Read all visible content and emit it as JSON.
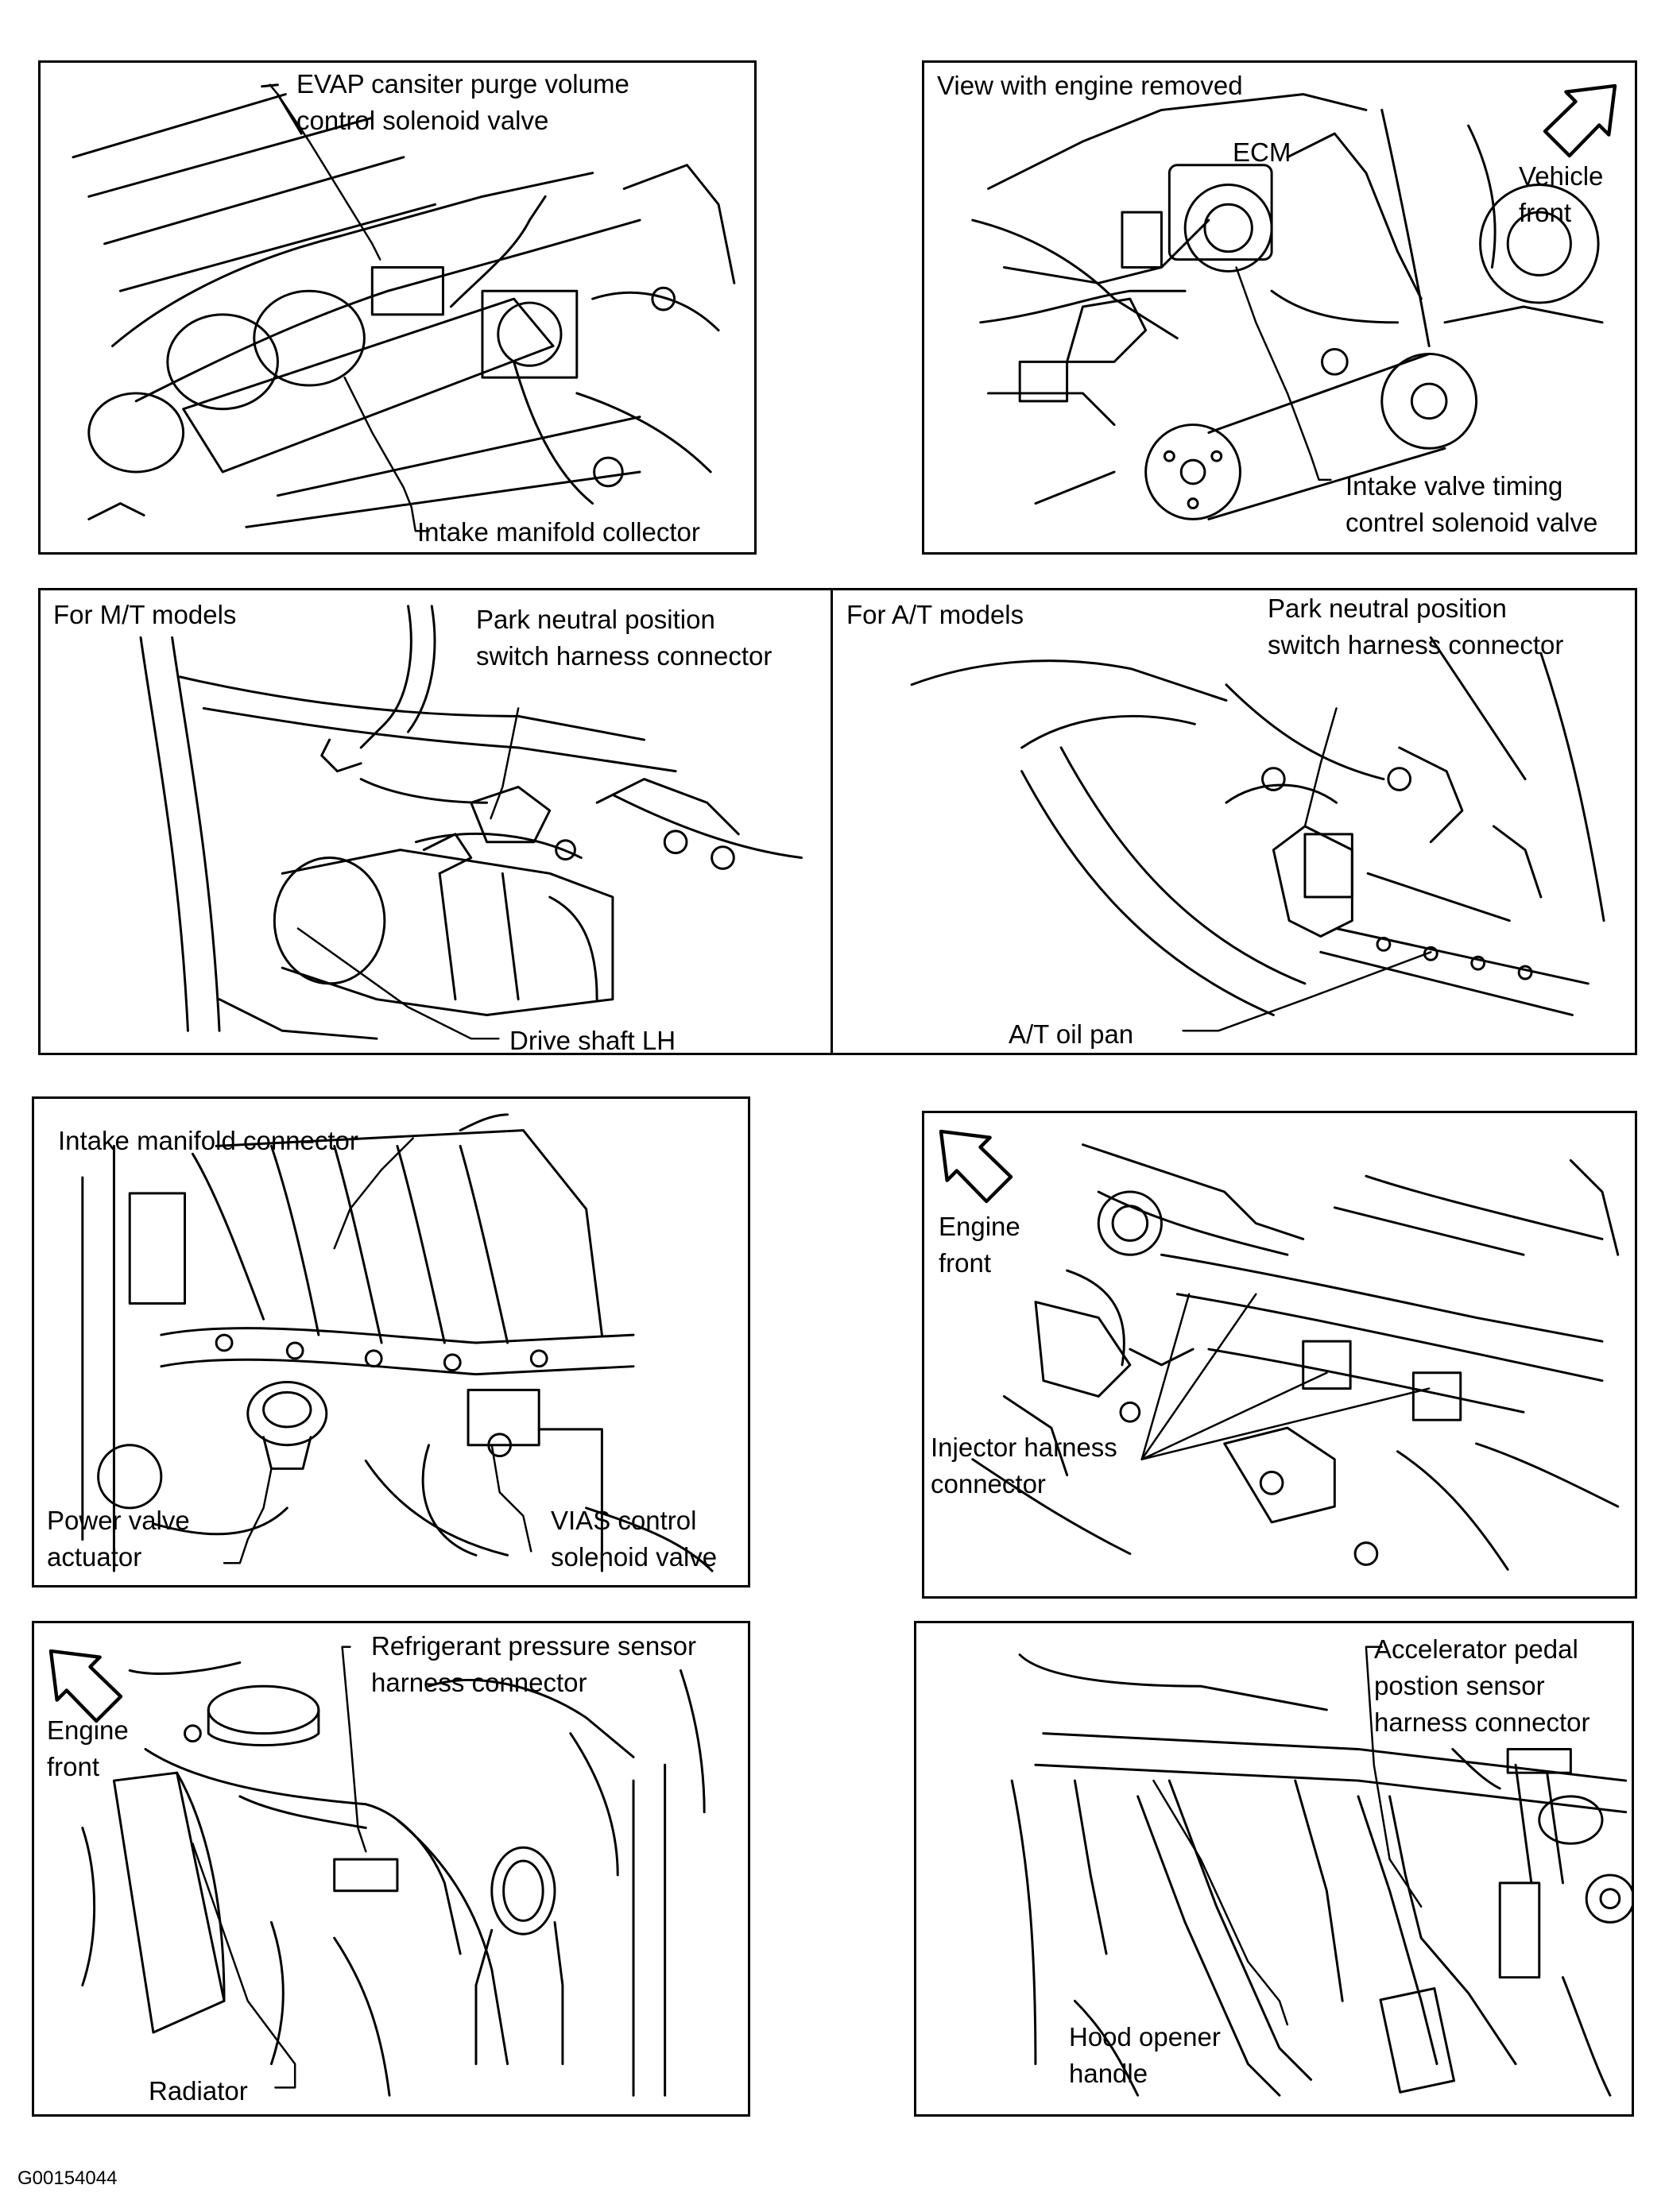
{
  "panels": {
    "evap": {
      "label_valve": "EVAP cansiter purge volume\ncontrol solenoid valve",
      "label_collector": "Intake manifold collector"
    },
    "ivt": {
      "label_view": "View with engine removed",
      "label_ecm": "ECM",
      "label_vehicle_front": "Vehicle\nfront",
      "label_solenoid": "Intake valve timing\ncontrel solenoid valve"
    },
    "pnp": {
      "label_mt": "For M/T models",
      "label_mt_connector": "Park neutral position\nswitch harness connector",
      "label_driveshaft": "Drive shaft LH",
      "label_at": "For A/T models",
      "label_at_connector": "Park neutral position\nswitch harness connector",
      "label_oilpan": "A/T oil pan"
    },
    "vias": {
      "label_manifold": "Intake manifold connector",
      "label_power_valve": "Power valve\nactuator",
      "label_vias": "VIAS control\nsolenoid valve"
    },
    "injector": {
      "label_engine_front": "Engine\nfront",
      "label_injector": "Injector harness\nconnector"
    },
    "refrigerant": {
      "label_engine_front": "Engine\nfront",
      "label_sensor": "Refrigerant pressure sensor\nharness connector",
      "label_radiator": "Radiator"
    },
    "accel": {
      "label_sensor": "Accelerator pedal\npostion sensor\nharness connector",
      "label_hood": "Hood opener\nhandle"
    }
  },
  "figure_id": "G00154044"
}
